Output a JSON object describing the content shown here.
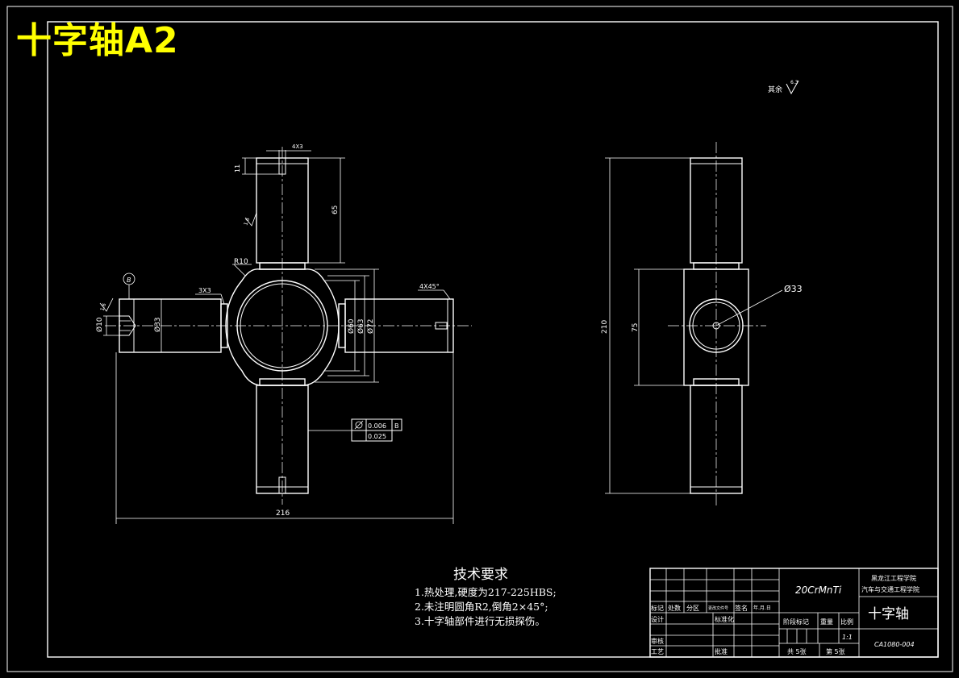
{
  "sheet_title": "十字轴A2",
  "surface_finish_note": {
    "prefix": "其余",
    "value": "6.3"
  },
  "roughness_values": [
    "1.6",
    "1.6"
  ],
  "dimensions": {
    "d_4x3": "4X3",
    "d_11": "11",
    "d_65": "65",
    "d_r10": "R10",
    "d_3x3": "3X3",
    "d_4x45": "4X45°",
    "d_phi10": "Ø10",
    "d_phi33": "Ø33",
    "d_phi60": "Ø60",
    "d_phi63": "Ø63",
    "d_phi72": "Ø72",
    "d_216": "216",
    "d_210": "210",
    "d_75": "75",
    "d_side_phi33": "Ø33"
  },
  "datum_label": "B",
  "tolerance": {
    "runout": "0.006",
    "runout_datum": "B",
    "second": "0.025"
  },
  "requirements": {
    "heading": "技术要求",
    "lines": [
      "1.热处理,硬度为217-225HBS;",
      "2.未注明圆角R2,倒角2×45°;",
      "3.十字轴部件进行无损探伤。"
    ]
  },
  "title_block": {
    "material": "20CrMnTi",
    "school_line1": "黑龙江工程学院",
    "school_line2": "汽车与交通工程学院",
    "part_name": "十字轴",
    "drawing_no": "CA1080-004",
    "scale": "1:1",
    "h_mark": "标记",
    "h_count": "处数",
    "h_zone": "分区",
    "h_docno": "更改文件号",
    "h_sign": "签名",
    "h_date": "年.月.日",
    "h_design": "设计",
    "h_std": "标准化",
    "h_stage": "阶段标记",
    "h_weight": "重量",
    "h_scale": "比例",
    "h_review": "审核",
    "h_process": "工艺",
    "h_approve": "批准",
    "sheets_total": "共 5张",
    "sheet_no": "第 5张"
  }
}
